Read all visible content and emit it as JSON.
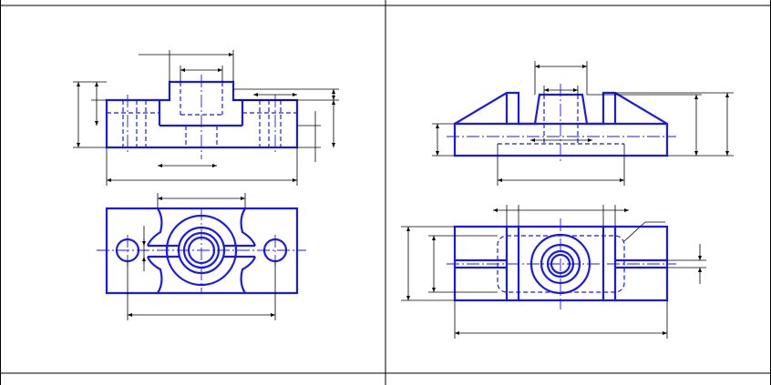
{
  "drawing": {
    "line_color": "#1a1ae6",
    "dimension_color": "#000000",
    "background": "#ffffff",
    "panels": [
      {
        "id": "left",
        "views": [
          "front-view",
          "top-view"
        ]
      },
      {
        "id": "right",
        "views": [
          "front-view",
          "top-view"
        ]
      }
    ]
  }
}
